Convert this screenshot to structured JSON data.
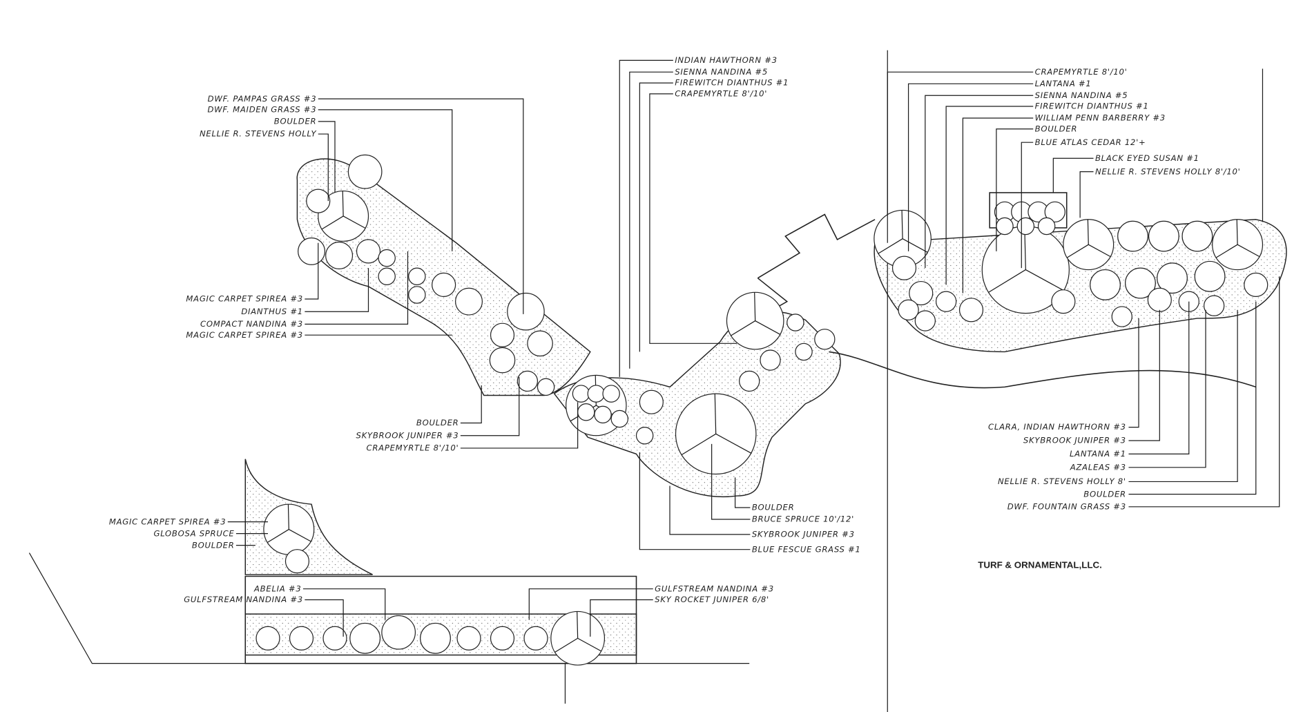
{
  "company": "TURF & ORNAMENTAL,LLC.",
  "labels": {
    "left_top": [
      "DWF. PAMPAS GRASS #3",
      "DWF. MAIDEN GRASS #3",
      "BOULDER",
      "NELLIE R. STEVENS HOLLY"
    ],
    "left_mid": [
      "MAGIC CARPET SPIREA #3",
      "DIANTHUS #1",
      "COMPACT NANDINA #3",
      "MAGIC CARPET SPIREA #3"
    ],
    "left_low": [
      "BOULDER",
      "SKYBROOK JUNIPER #3",
      "CRAPEMYRTLE 8'/10'"
    ],
    "center_top": [
      "INDIAN HAWTHORN #3",
      "SIENNA NANDINA #5",
      "FIREWITCH DIANTHUS #1",
      "CRAPEMYRTLE 8'/10'"
    ],
    "right_top": [
      "CRAPEMYRTLE 8'/10'",
      "LANTANA #1",
      "SIENNA NANDINA #5",
      "FIREWITCH DIANTHUS #1",
      "WILLIAM PENN BARBERRY #3",
      "BOULDER",
      "BLUE ATLAS CEDAR 12'+",
      "BLACK EYED SUSAN #1",
      "NELLIE R. STEVENS HOLLY 8'/10'"
    ],
    "right_bottom": [
      "CLARA, INDIAN HAWTHORN #3",
      "SKYBROOK JUNIPER #3",
      "LANTANA #1",
      "AZALEAS #3",
      "NELLIE R. STEVENS HOLLY 8'",
      "BOULDER",
      "DWF. FOUNTAIN GRASS #3"
    ],
    "center_bottom": [
      "BOULDER",
      "BRUCE SPRUCE 10'/12'",
      "SKYBROOK JUNIPER #3",
      "BLUE FESCUE GRASS #1"
    ],
    "bottom_left": [
      "MAGIC CARPET SPIREA #3",
      "GLOBOSA SPRUCE",
      "BOULDER"
    ],
    "bottom_bed_left": [
      "ABELIA #3",
      "GULFSTREAM NANDINA #3"
    ],
    "bottom_bed_right": [
      "GULFSTREAM NANDINA #3",
      "SKY ROCKET JUNIPER 6/8'"
    ]
  }
}
